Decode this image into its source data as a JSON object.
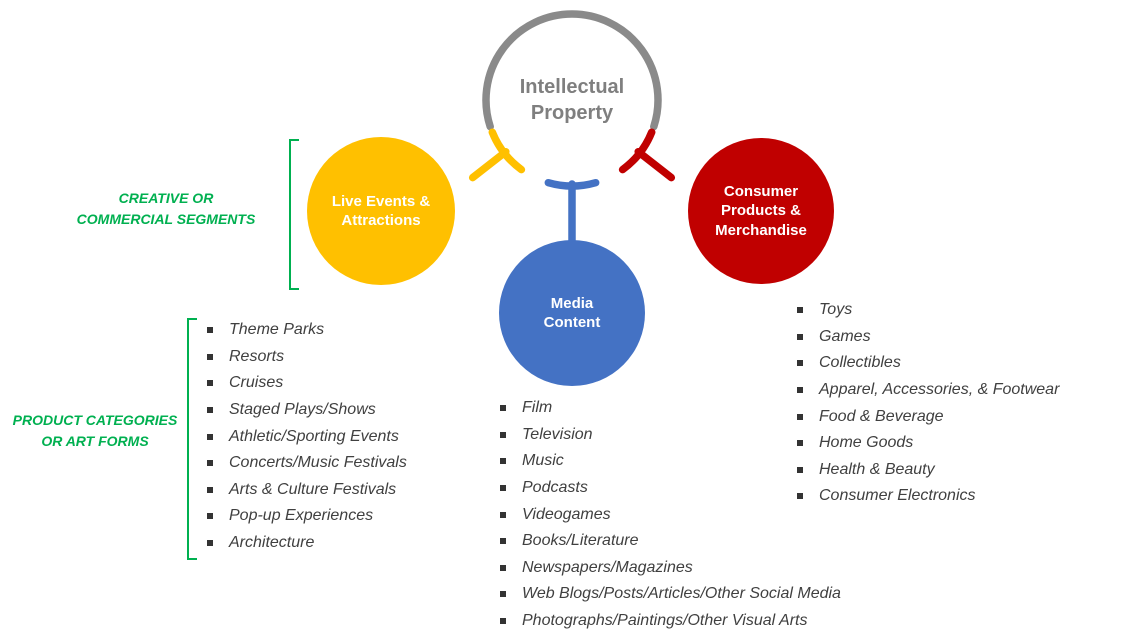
{
  "hub": {
    "title": "Intellectual Property"
  },
  "side_labels": {
    "creative": {
      "line1": "CREATIVE OR",
      "line2": "COMMERCIAL SEGMENTS"
    },
    "product": {
      "line1": "PRODUCT CATEGORIES",
      "line2": "OR ART FORMS"
    }
  },
  "segments": [
    {
      "name": "live-events-attractions",
      "label": "Live Events & Attractions",
      "color": "#FFC000",
      "items": [
        "Theme Parks",
        "Resorts",
        "Cruises",
        "Staged Plays/Shows",
        "Athletic/Sporting Events",
        "Concerts/Music Festivals",
        "Arts & Culture Festivals",
        "Pop-up Experiences",
        "Architecture"
      ]
    },
    {
      "name": "media-content",
      "label": "Media Content",
      "color": "#4472C4",
      "items": [
        "Film",
        "Television",
        "Music",
        "Podcasts",
        "Videogames",
        "Books/Literature",
        "Newspapers/Magazines",
        "Web Blogs/Posts/Articles/Other Social Media",
        "Photographs/Paintings/Other Visual Arts"
      ]
    },
    {
      "name": "consumer-products-merchandise",
      "label": "Consumer Products & Merchandise",
      "color": "#C00000",
      "items": [
        "Toys",
        "Games",
        "Collectibles",
        "Apparel, Accessories, & Footwear",
        "Food & Beverage",
        "Home Goods",
        "Health & Beauty",
        "Consumer Electronics"
      ]
    }
  ],
  "colors": {
    "hub_ring_gray": "#8A8A8A",
    "hub_text_gray": "#7F7F7F",
    "yellow": "#FFC000",
    "blue": "#4472C4",
    "red": "#C00000",
    "green_labels": "#00B050",
    "list_text": "#404040"
  }
}
